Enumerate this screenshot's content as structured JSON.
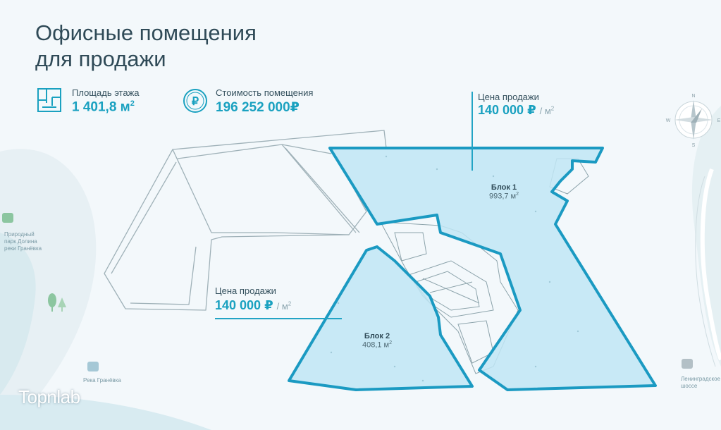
{
  "title": {
    "line1": "Офисные помещения",
    "line2": "для продажи"
  },
  "floor_area": {
    "label": "Площадь этажа",
    "value": "1 401,8 м",
    "unit_sup": "2",
    "icon": "floor-plan-icon"
  },
  "cost": {
    "label": "Стоимость помещения",
    "value": "196 252 000₽",
    "icon": "ruble-coin-icon"
  },
  "price_block1": {
    "label": "Цена продажи",
    "value": "140 000 ₽",
    "unit": "/ м",
    "unit_sup": "2"
  },
  "price_block2": {
    "label": "Цена продажи",
    "value": "140 000 ₽",
    "unit": "/ м",
    "unit_sup": "2"
  },
  "block1": {
    "name": "Блок 1",
    "area": "993,7 м",
    "unit_sup": "2"
  },
  "block2": {
    "name": "Блок 2",
    "area": "408,1 м",
    "unit_sup": "2"
  },
  "map": {
    "park": "Природный парк Долина реки Гранёвка",
    "river": "Река Гранёвка",
    "highway": "Ленинградское шоссе"
  },
  "compass": {
    "n": "N",
    "e": "E",
    "s": "S",
    "w": "W"
  },
  "watermark": "Topnlab",
  "colors": {
    "accent": "#1aa1c0",
    "block_fill": "#bfe6f5",
    "block_stroke": "#1b9ac2",
    "title": "#2f4a57"
  }
}
